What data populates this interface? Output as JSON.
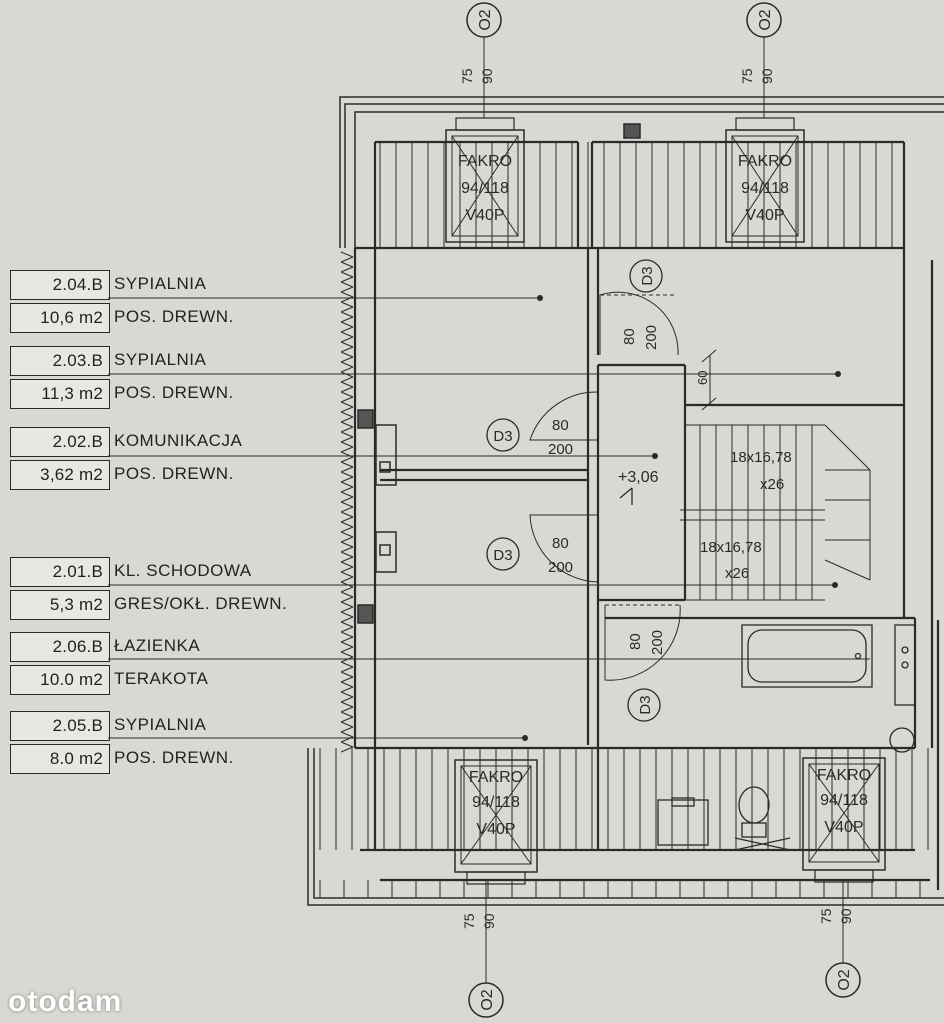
{
  "rooms": [
    {
      "code": "2.04.B",
      "name": "SYPIALNIA",
      "area": "10,6 m2",
      "floor": "POS. DREWN."
    },
    {
      "code": "2.03.B",
      "name": "SYPIALNIA",
      "area": "11,3 m2",
      "floor": "POS. DREWN."
    },
    {
      "code": "2.02.B",
      "name": "KOMUNIKACJA",
      "area": "3,62 m2",
      "floor": "POS. DREWN."
    },
    {
      "code": "2.01.B",
      "name": "KL. SCHODOWA",
      "area": "5,3 m2",
      "floor": "GRES/OKŁ. DREWN."
    },
    {
      "code": "2.06.B",
      "name": "ŁAZIENKA",
      "area": "10.0 m2",
      "floor": "TERAKOTA"
    },
    {
      "code": "2.05.B",
      "name": "SYPIALNIA",
      "area": "8.0 m2",
      "floor": "POS. DREWN."
    }
  ],
  "axis_marker": "O2",
  "axis_dims": [
    "75",
    "90"
  ],
  "window": {
    "brand": "FAKRO",
    "size": "94/118",
    "model": "V40P"
  },
  "door": {
    "tag": "D3",
    "width": "80",
    "height": "200"
  },
  "small_dim": "60",
  "level": "+3,06",
  "stairs": {
    "dims": "18x16,78",
    "count": "x26"
  },
  "watermark": "otodam"
}
